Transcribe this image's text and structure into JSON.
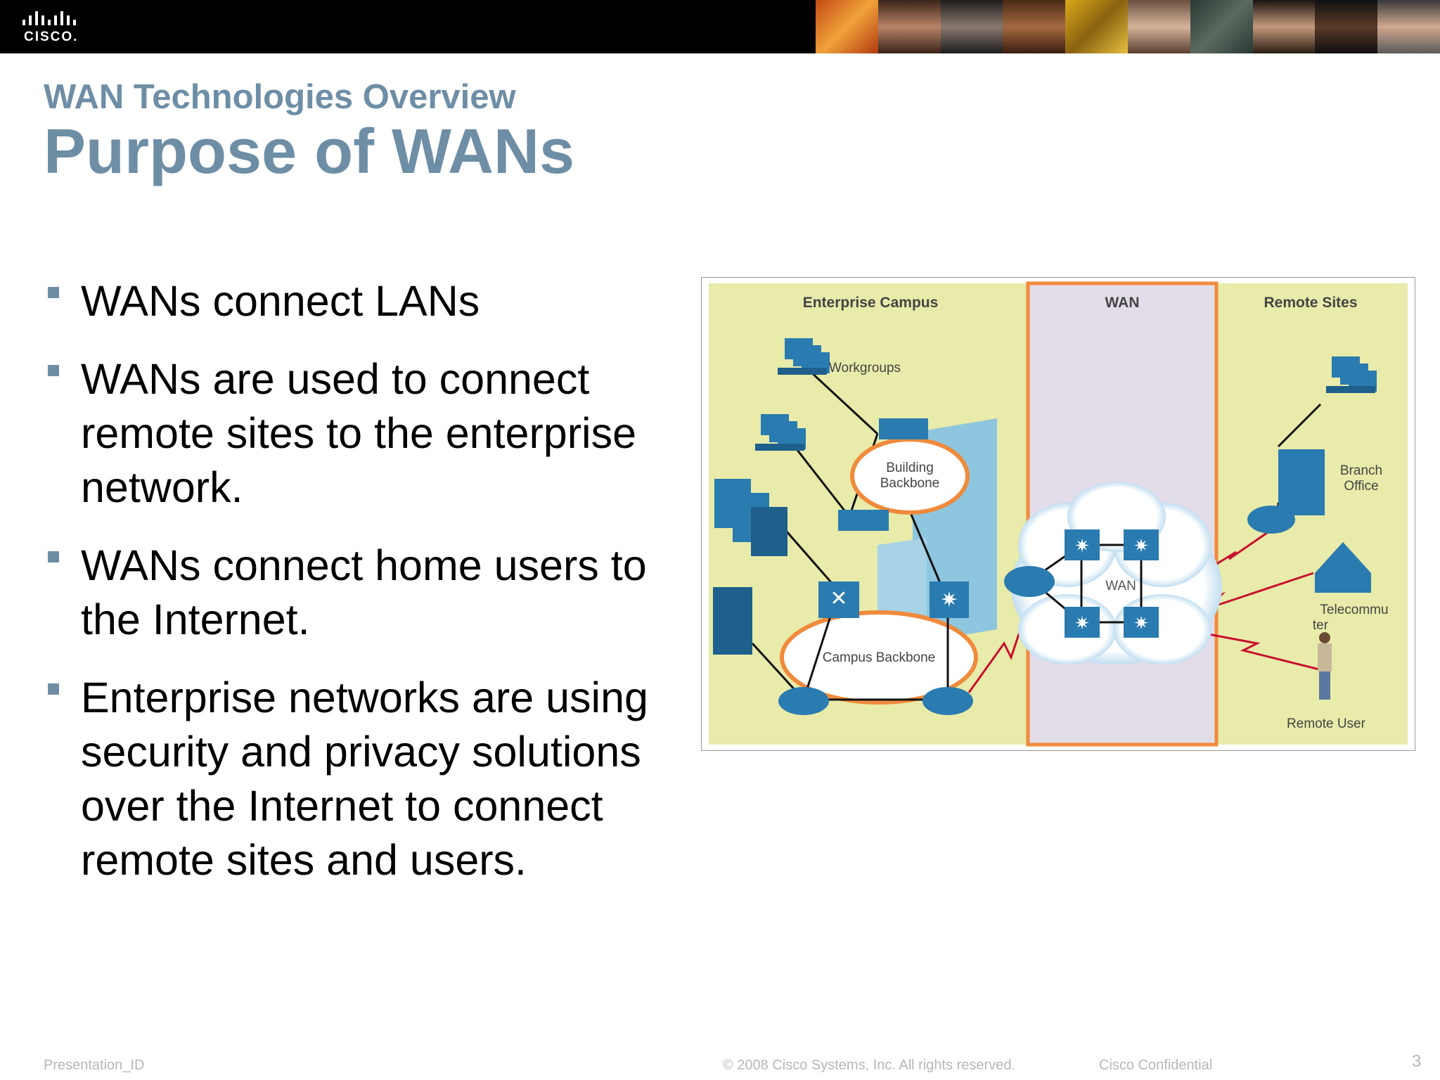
{
  "header": {
    "logo_text": "CISCO."
  },
  "slide": {
    "subtitle": "WAN Technologies Overview",
    "title": "Purpose of WANs",
    "bullets": [
      "WANs connect LANs",
      "WANs are used to connect remote sites to the enterprise network.",
      "WANs connect home users to the Internet.",
      "Enterprise networks are using security and privacy solutions over the Internet to connect remote sites and users."
    ]
  },
  "diagram": {
    "sections": {
      "enterprise": "Enterprise Campus",
      "wan": "WAN",
      "remote": "Remote Sites"
    },
    "labels": {
      "workgroups": "Workgroups",
      "building_1": "Building",
      "building_2": "Backbone",
      "campus": "Campus Backbone",
      "wan_cloud": "WAN",
      "branch_1": "Branch",
      "branch_2": "Office",
      "tele_1": "Telecommu",
      "tele_2": "ter",
      "remote_user": "Remote User"
    }
  },
  "footer": {
    "presentation_id": "Presentation_ID",
    "copyright": "© 2008 Cisco Systems, Inc. All rights reserved.",
    "confidential": "Cisco Confidential",
    "page": "3"
  },
  "colors": {
    "title_blue": "#6e8ea6",
    "diagram_bg": "#e8eba9",
    "wan_band": "#e3dce9",
    "orange": "#f08a3c",
    "device_blue": "#2a7bb0"
  }
}
